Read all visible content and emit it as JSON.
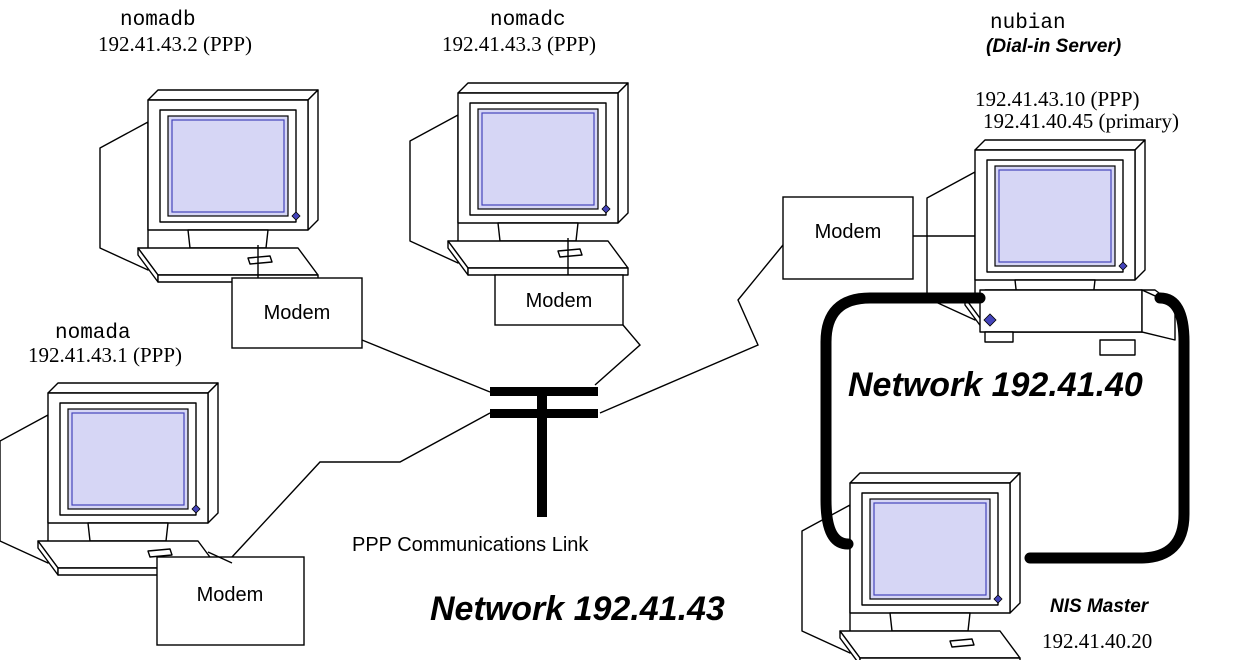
{
  "hosts": {
    "nomadb": {
      "name": "nomadb",
      "address": "192.41.43.2 (PPP)"
    },
    "nomadc": {
      "name": "nomadc",
      "address": "192.41.43.3 (PPP)"
    },
    "nomada": {
      "name": "nomada",
      "address": "192.41.43.1 (PPP)"
    },
    "nubian": {
      "name": "nubian",
      "role": "(Dial-in Server)",
      "address_ppp": "192.41.43.10 (PPP)",
      "address_primary": "192.41.40.45 (primary)"
    },
    "nis_master": {
      "role": "NIS Master",
      "address": "192.41.40.20"
    }
  },
  "modems": {
    "nomadb": "Modem",
    "nomadc": "Modem",
    "nomada": "Modem",
    "nubian": "Modem"
  },
  "link_label": "PPP Communications Link",
  "networks": {
    "ppp": "Network 192.41.43",
    "lan": "Network 192.41.40"
  },
  "colors": {
    "screen_fill": "#d6d6f5",
    "screen_border": "#4444bb",
    "line": "#000000"
  }
}
